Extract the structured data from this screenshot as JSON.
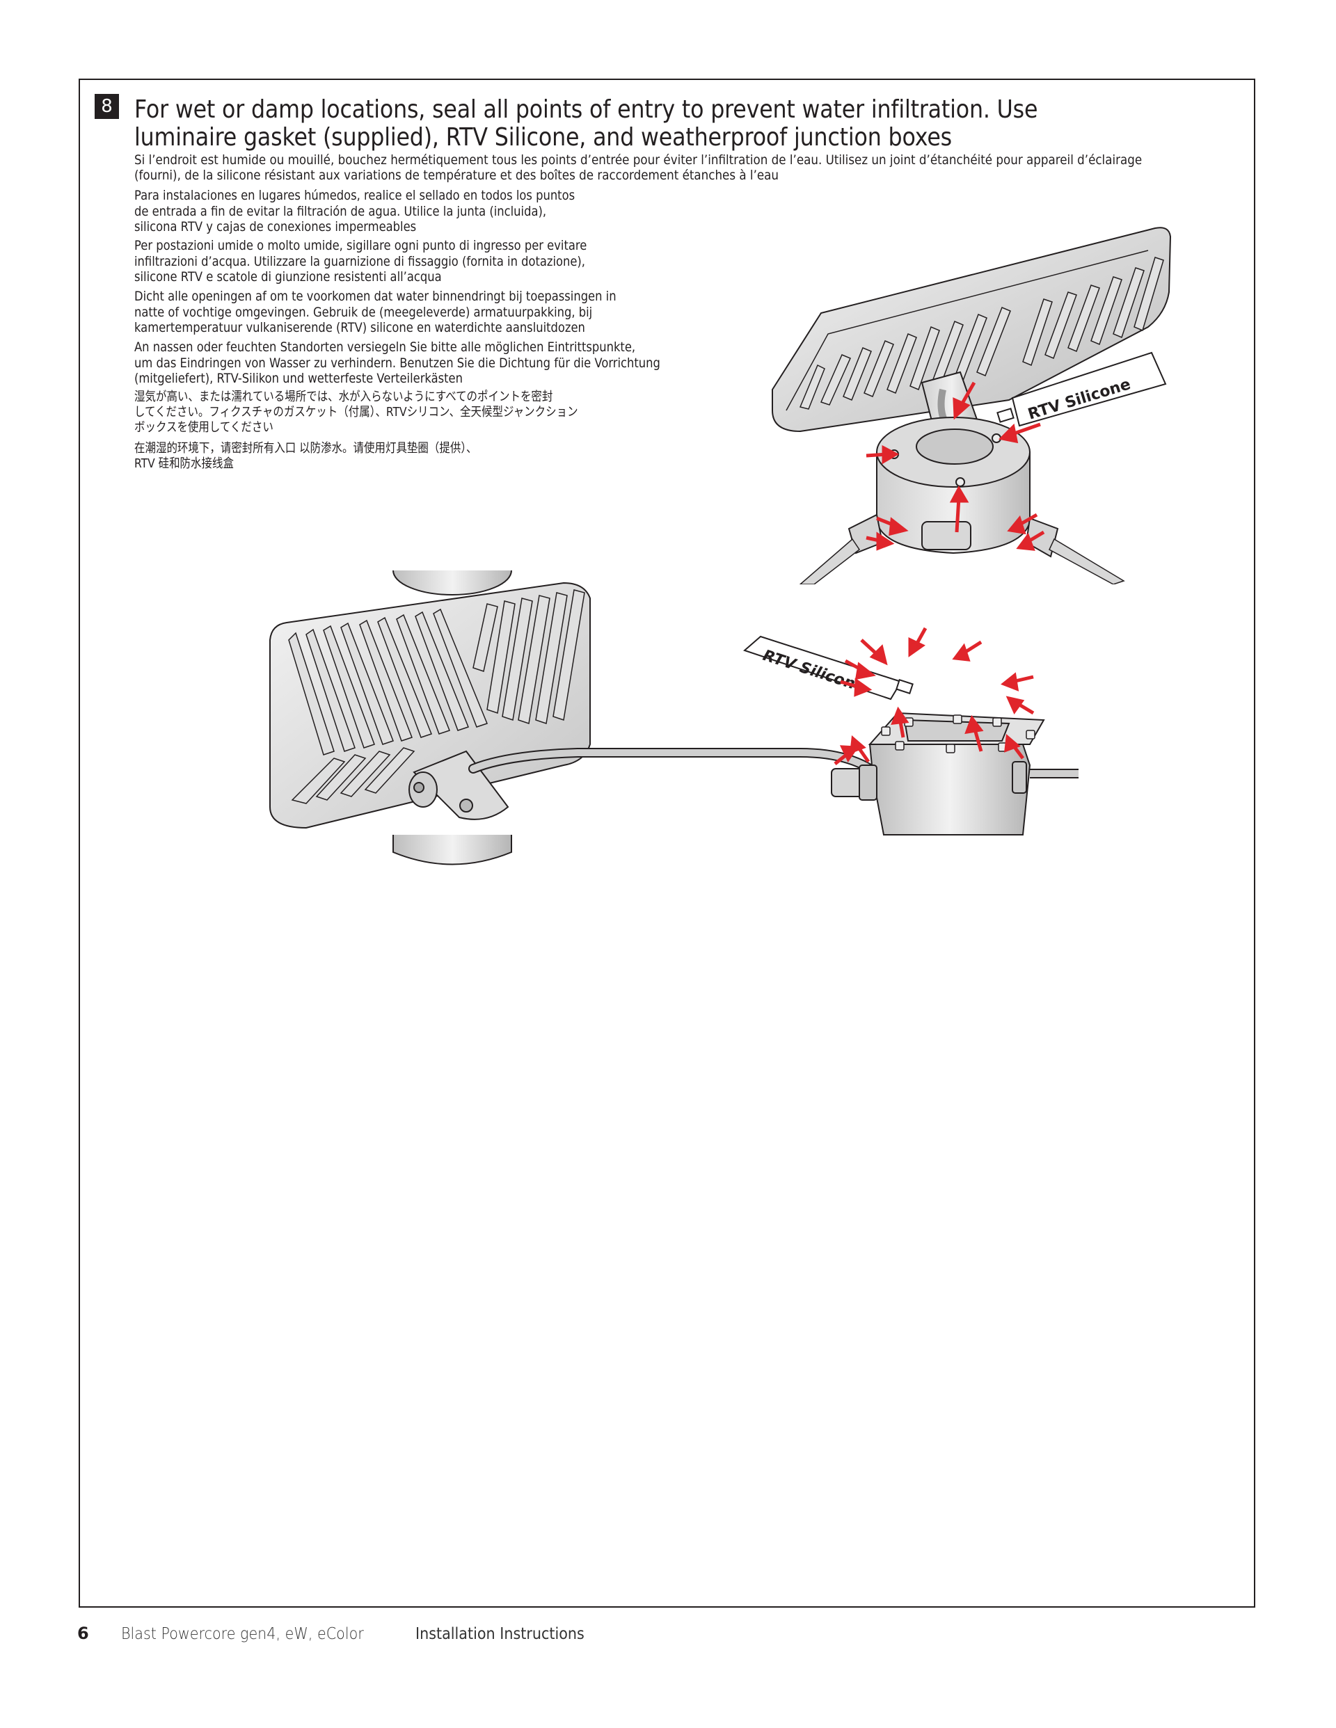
{
  "step": {
    "number": "8",
    "headline": "For wet or damp locations, seal all points of entry to prevent water infiltration. Use luminaire gasket (supplied), RTV Silicone, and weatherproof junction boxes",
    "translations": {
      "fr": [
        "Si l’endroit est humide ou mouillé, bouchez hermétiquement tous les points d’entrée pour éviter l’infiltration de l’eau. Utilisez un joint d’étanchéité pour appareil d’éclairage",
        "(fourni), de la silicone résistant aux variations de température et des boîtes de raccordement étanches à l’eau"
      ],
      "es": [
        "Para instalaciones en lugares húmedos, realice el sellado en todos los puntos",
        "de entrada a fin de evitar la filtración de agua. Utilice la junta (incluida),",
        "silicona RTV y cajas de conexiones impermeables"
      ],
      "it": [
        "Per postazioni umide o molto umide, sigillare ogni punto di ingresso per evitare",
        "infiltrazioni d’acqua. Utilizzare la guarnizione di fissaggio (fornita in dotazione),",
        "silicone RTV e scatole di giunzione resistenti all’acqua"
      ],
      "nl": [
        "Dicht alle openingen af om te voorkomen dat water binnendringt bij toepassingen in",
        "natte of vochtige omgevingen. Gebruik de (meegeleverde) armatuurpakking, bij",
        "kamertemperatuur vulkaniserende (RTV) silicone en waterdichte aansluitdozen"
      ],
      "de": [
        "An nassen oder feuchten Standorten versiegeln Sie bitte alle möglichen Eintrittspunkte,",
        "um das Eindringen von Wasser zu verhindern. Benutzen Sie die Dichtung für die Vorrichtung",
        "(mitgeliefert), RTV-Silikon und wetterfeste Verteilerkästen"
      ],
      "ja": [
        "湿気が高い、または濡れている場所では、水が入らないようにすべてのポイントを密封",
        "してください。フィクスチャのガスケット（付属）、RTVシリコン、全天候型ジャンクション",
        "ボックスを使用してください"
      ],
      "zh": [
        "在潮湿的环境下，请密封所有入口  以防渗水。请使用灯具垫圈（提供）、",
        "RTV  硅和防水接线盒"
      ]
    }
  },
  "illustrations": {
    "top": {
      "tube_label": "RTV Silicone",
      "arrow_count": 8
    },
    "bottom": {
      "tube_label": "RTV Silicone",
      "arrow_count": 12
    },
    "arrow_color": "#e0252b",
    "line_color": "#231f20",
    "fill_light": "#e6e6e6",
    "fill_mid": "#c8c8c8"
  },
  "footer": {
    "page_number": "6",
    "product": "Blast Powercore gen4, eW, eColor",
    "document_type": "Installation Instructions"
  }
}
